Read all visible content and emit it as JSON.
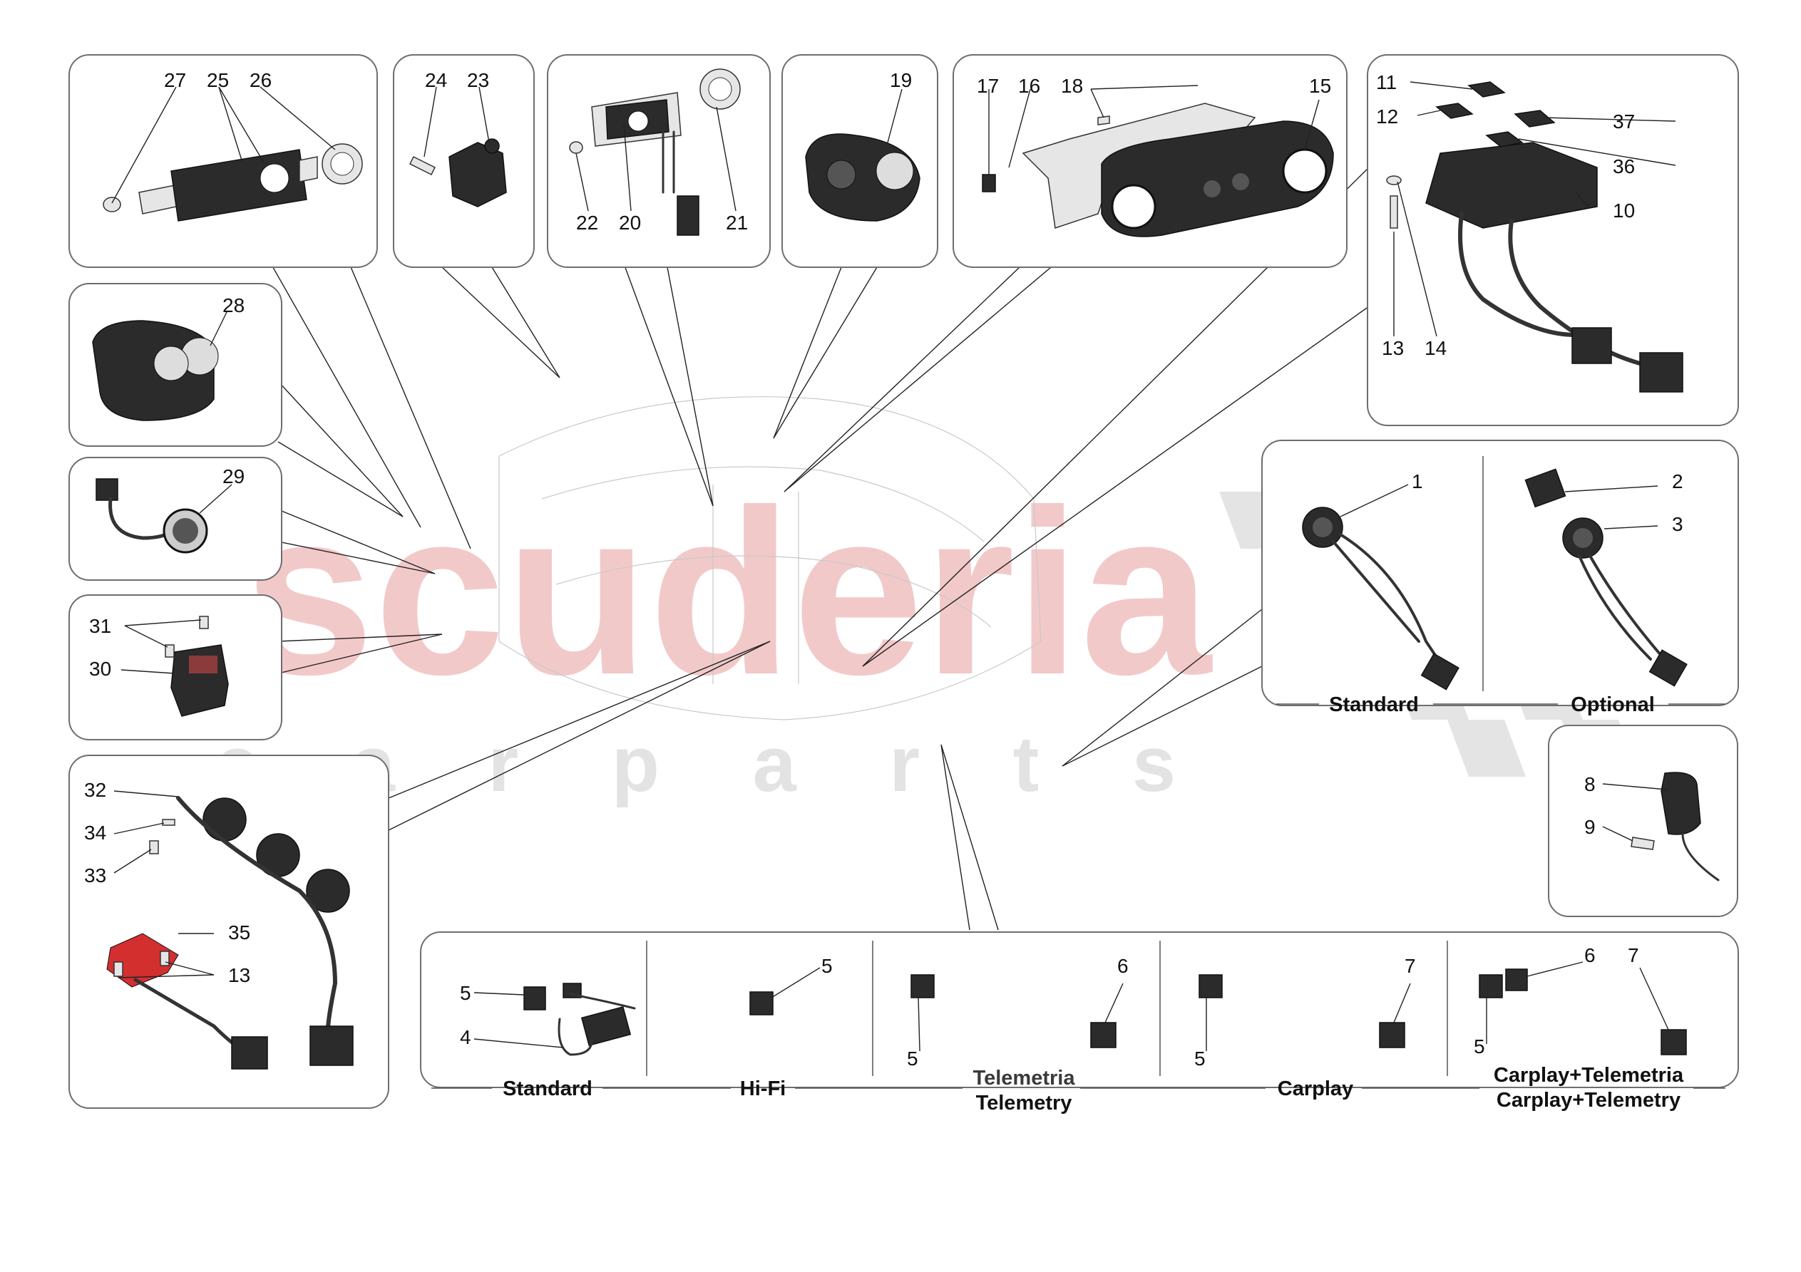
{
  "watermark": {
    "main": "scuderia",
    "sub": "c a r   p a r t s"
  },
  "colors": {
    "watermark_red": "#f2c9c9",
    "watermark_grey": "#e0e0e0",
    "box_border": "#6e6e6e",
    "accent_red": "#d32f2f"
  },
  "labels": {
    "n1": "1",
    "n2": "2",
    "n3": "3",
    "n4": "4",
    "n5": "5",
    "n6": "6",
    "n7": "7",
    "n8": "8",
    "n9": "9",
    "n10": "10",
    "n11": "11",
    "n12": "12",
    "n13": "13",
    "n14": "14",
    "n15": "15",
    "n16": "16",
    "n17": "17",
    "n18": "18",
    "n19": "19",
    "n20": "20",
    "n21": "21",
    "n22": "22",
    "n23": "23",
    "n24": "24",
    "n25": "25",
    "n26": "26",
    "n27": "27",
    "n28": "28",
    "n29": "29",
    "n30": "30",
    "n31": "31",
    "n32": "32",
    "n33": "33",
    "n34": "34",
    "n35": "35",
    "n36": "36",
    "n37": "37"
  },
  "variants": {
    "socket": {
      "standard": "Standard",
      "optional": "Optional"
    },
    "audio": {
      "standard": "Standard",
      "hifi": "Hi-Fi",
      "telemetria": "Telemetria",
      "telemetry": "Telemetry",
      "carplay": "Carplay",
      "carplay_telemetria": "Carplay+Telemetria",
      "carplay_telemetry": "Carplay+Telemetry"
    }
  }
}
